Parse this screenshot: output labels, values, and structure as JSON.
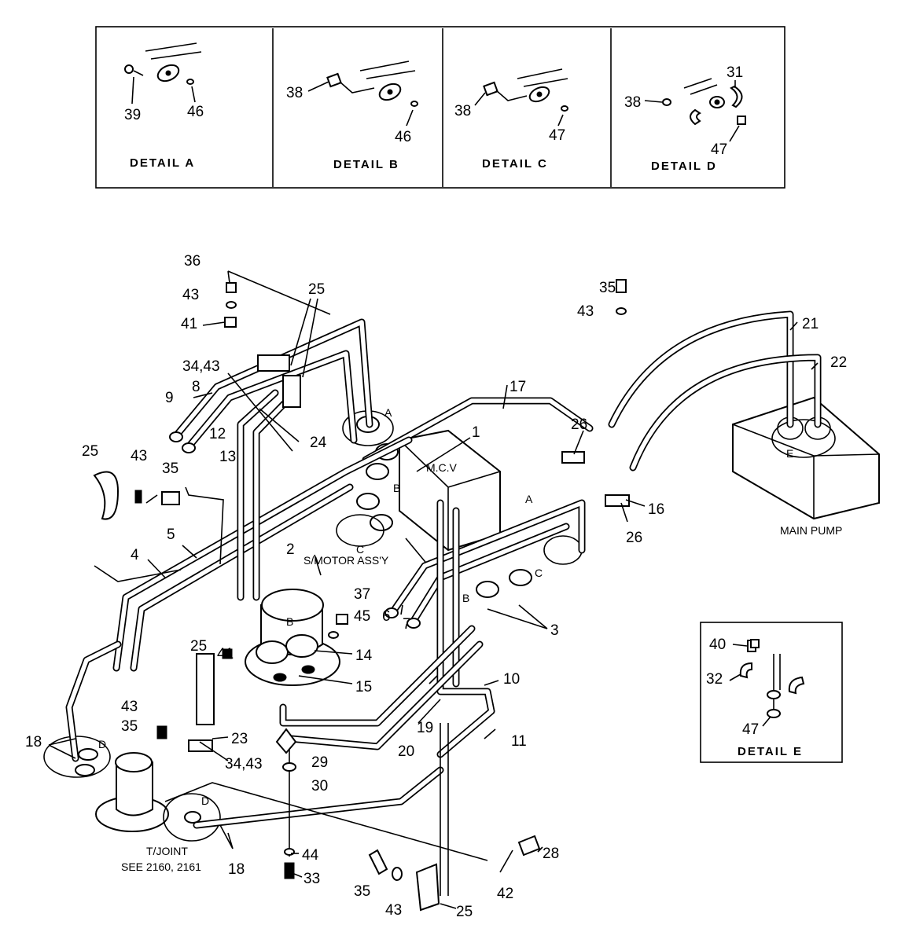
{
  "details": [
    {
      "title": "DETAIL  A",
      "parts": [
        "39",
        "46"
      ]
    },
    {
      "title": "DETAIL  B",
      "parts": [
        "38",
        "46"
      ]
    },
    {
      "title": "DETAIL  C",
      "parts": [
        "38",
        "47"
      ]
    },
    {
      "title": "DETAIL  D",
      "parts": [
        "38",
        "31",
        "47"
      ]
    },
    {
      "title": "DETAIL  E",
      "parts": [
        "40",
        "32",
        "47"
      ]
    }
  ],
  "components": {
    "mcv": "M.C.V",
    "swing_motor": "S/MOTOR ASS'Y",
    "main_pump": "MAIN PUMP",
    "tjoint_line1": "T/JOINT",
    "tjoint_line2": "SEE  2160, 2161"
  },
  "port_letters": {
    "a": "A",
    "b": "B",
    "c": "C",
    "d": "D",
    "e": "E"
  },
  "callouts": {
    "n1": "1",
    "n2": "2",
    "n3": "3",
    "n4": "4",
    "n5": "5",
    "n6": "6",
    "n7": "7",
    "n8": "8",
    "n9": "9",
    "n10": "10",
    "n11": "11",
    "n12": "12",
    "n13": "13",
    "n14": "14",
    "n15": "15",
    "n16": "16",
    "n17": "17",
    "n18": "18",
    "n19": "19",
    "n20": "20",
    "n21": "21",
    "n22": "22",
    "n23": "23",
    "n24": "24",
    "n25": "25",
    "n26": "26",
    "n28": "28",
    "n29": "29",
    "n30": "30",
    "n33": "33",
    "n34_43": "34,43",
    "n35": "35",
    "n36": "36",
    "n37": "37",
    "n40": "40",
    "n41": "41",
    "n42": "42",
    "n43": "43",
    "n44": "44",
    "n45": "45",
    "n47": "47"
  }
}
